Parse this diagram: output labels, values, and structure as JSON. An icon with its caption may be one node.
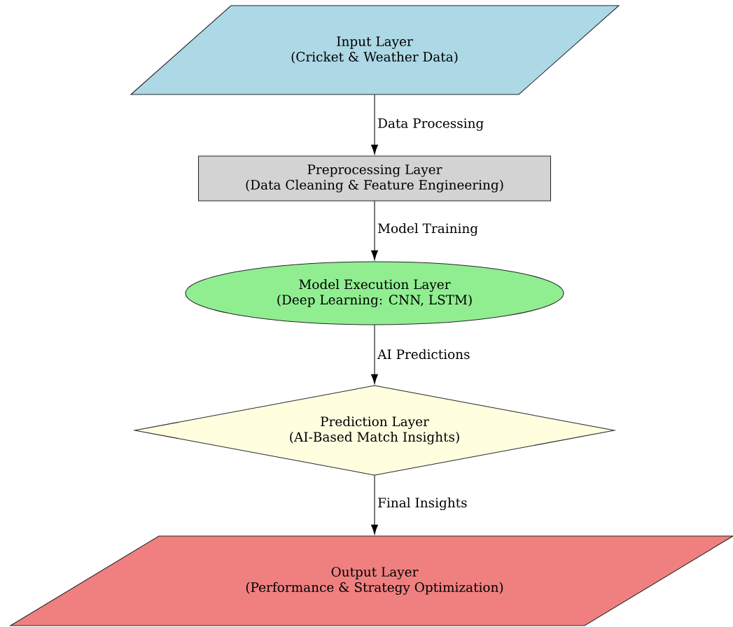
{
  "diagram": {
    "nodes": [
      {
        "text": [
          "Input Layer",
          "(Cricket & Weather Data)"
        ]
      },
      {
        "text": [
          "Preprocessing Layer",
          "(Data Cleaning & Feature Engineering)"
        ]
      },
      {
        "text": [
          "Model Execution Layer",
          "(Deep Learning: CNN, LSTM)"
        ]
      },
      {
        "text": [
          "Prediction Layer",
          "(AI-Based Match Insights)"
        ]
      },
      {
        "text": [
          "Output Layer",
          "(Performance & Strategy Optimization)"
        ]
      }
    ],
    "edges": [
      {
        "from": 0,
        "to": 1,
        "arrow": "to",
        "label": "Data Processing"
      },
      {
        "from": 1,
        "to": 2,
        "arrow": "to",
        "label": "Model Training"
      },
      {
        "from": 2,
        "to": 3,
        "arrow": "to",
        "label": "AI Predictions"
      },
      {
        "from": 3,
        "to": 4,
        "arrow": "to",
        "label": "Final Insights"
      }
    ]
  }
}
